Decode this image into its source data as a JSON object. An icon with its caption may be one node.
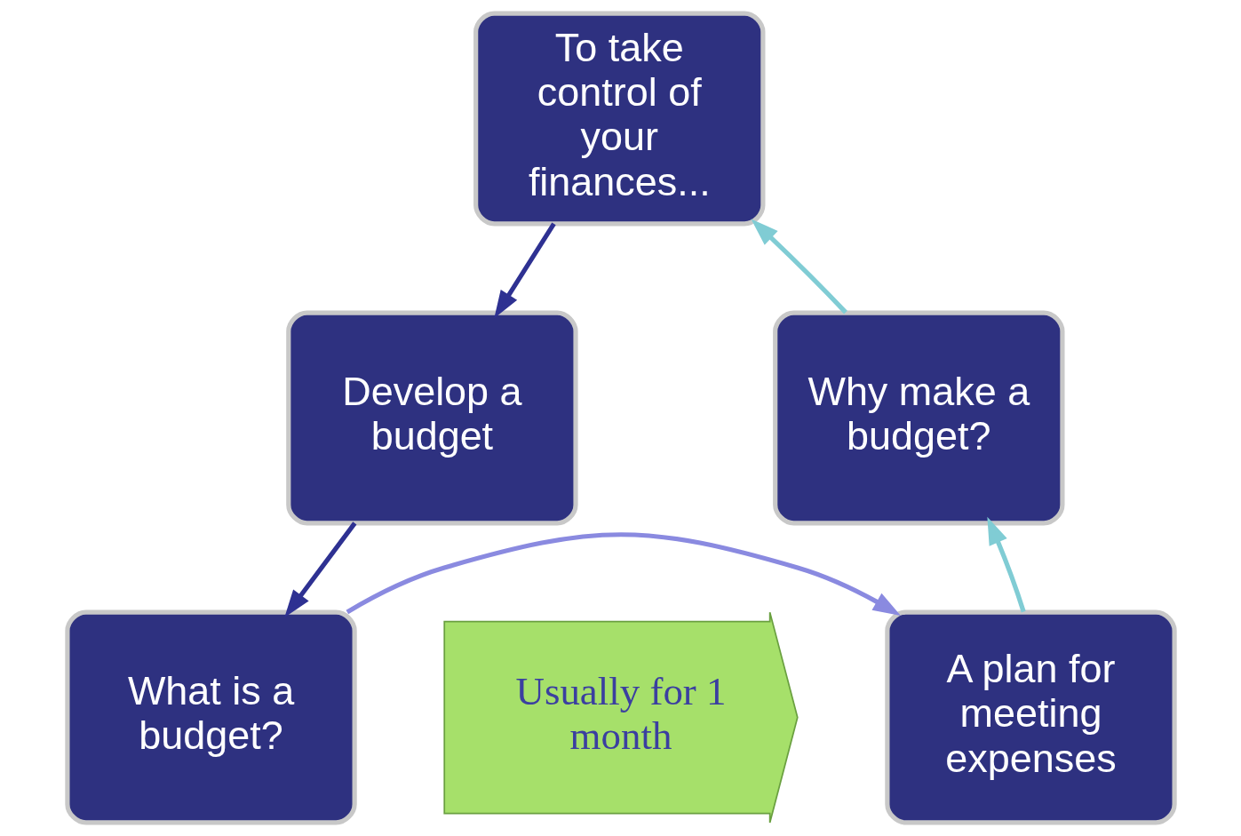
{
  "diagram": {
    "nodes": [
      {
        "text": [
          "To take control of your finances..."
        ]
      },
      {
        "text": [
          "Develop a budget"
        ]
      },
      {
        "text": [
          "What is a budget?"
        ]
      },
      {
        "text": [
          "A plan for meeting expenses"
        ]
      },
      {
        "text": [
          "Why make a budget?"
        ]
      },
      {
        "text": [
          "Usually for 1 month"
        ]
      }
    ],
    "edges": [
      {
        "from": 0,
        "to": 1,
        "arrow": "to",
        "color": "#2e3192"
      },
      {
        "from": 1,
        "to": 2,
        "arrow": "to",
        "color": "#2e3192"
      },
      {
        "from": 2,
        "to": 3,
        "arrow": "to",
        "color": "#8a8ae0"
      },
      {
        "from": 3,
        "to": 4,
        "arrow": "to",
        "color": "#80ccd4"
      },
      {
        "from": 4,
        "to": 0,
        "arrow": "to",
        "color": "#80ccd4"
      }
    ]
  }
}
